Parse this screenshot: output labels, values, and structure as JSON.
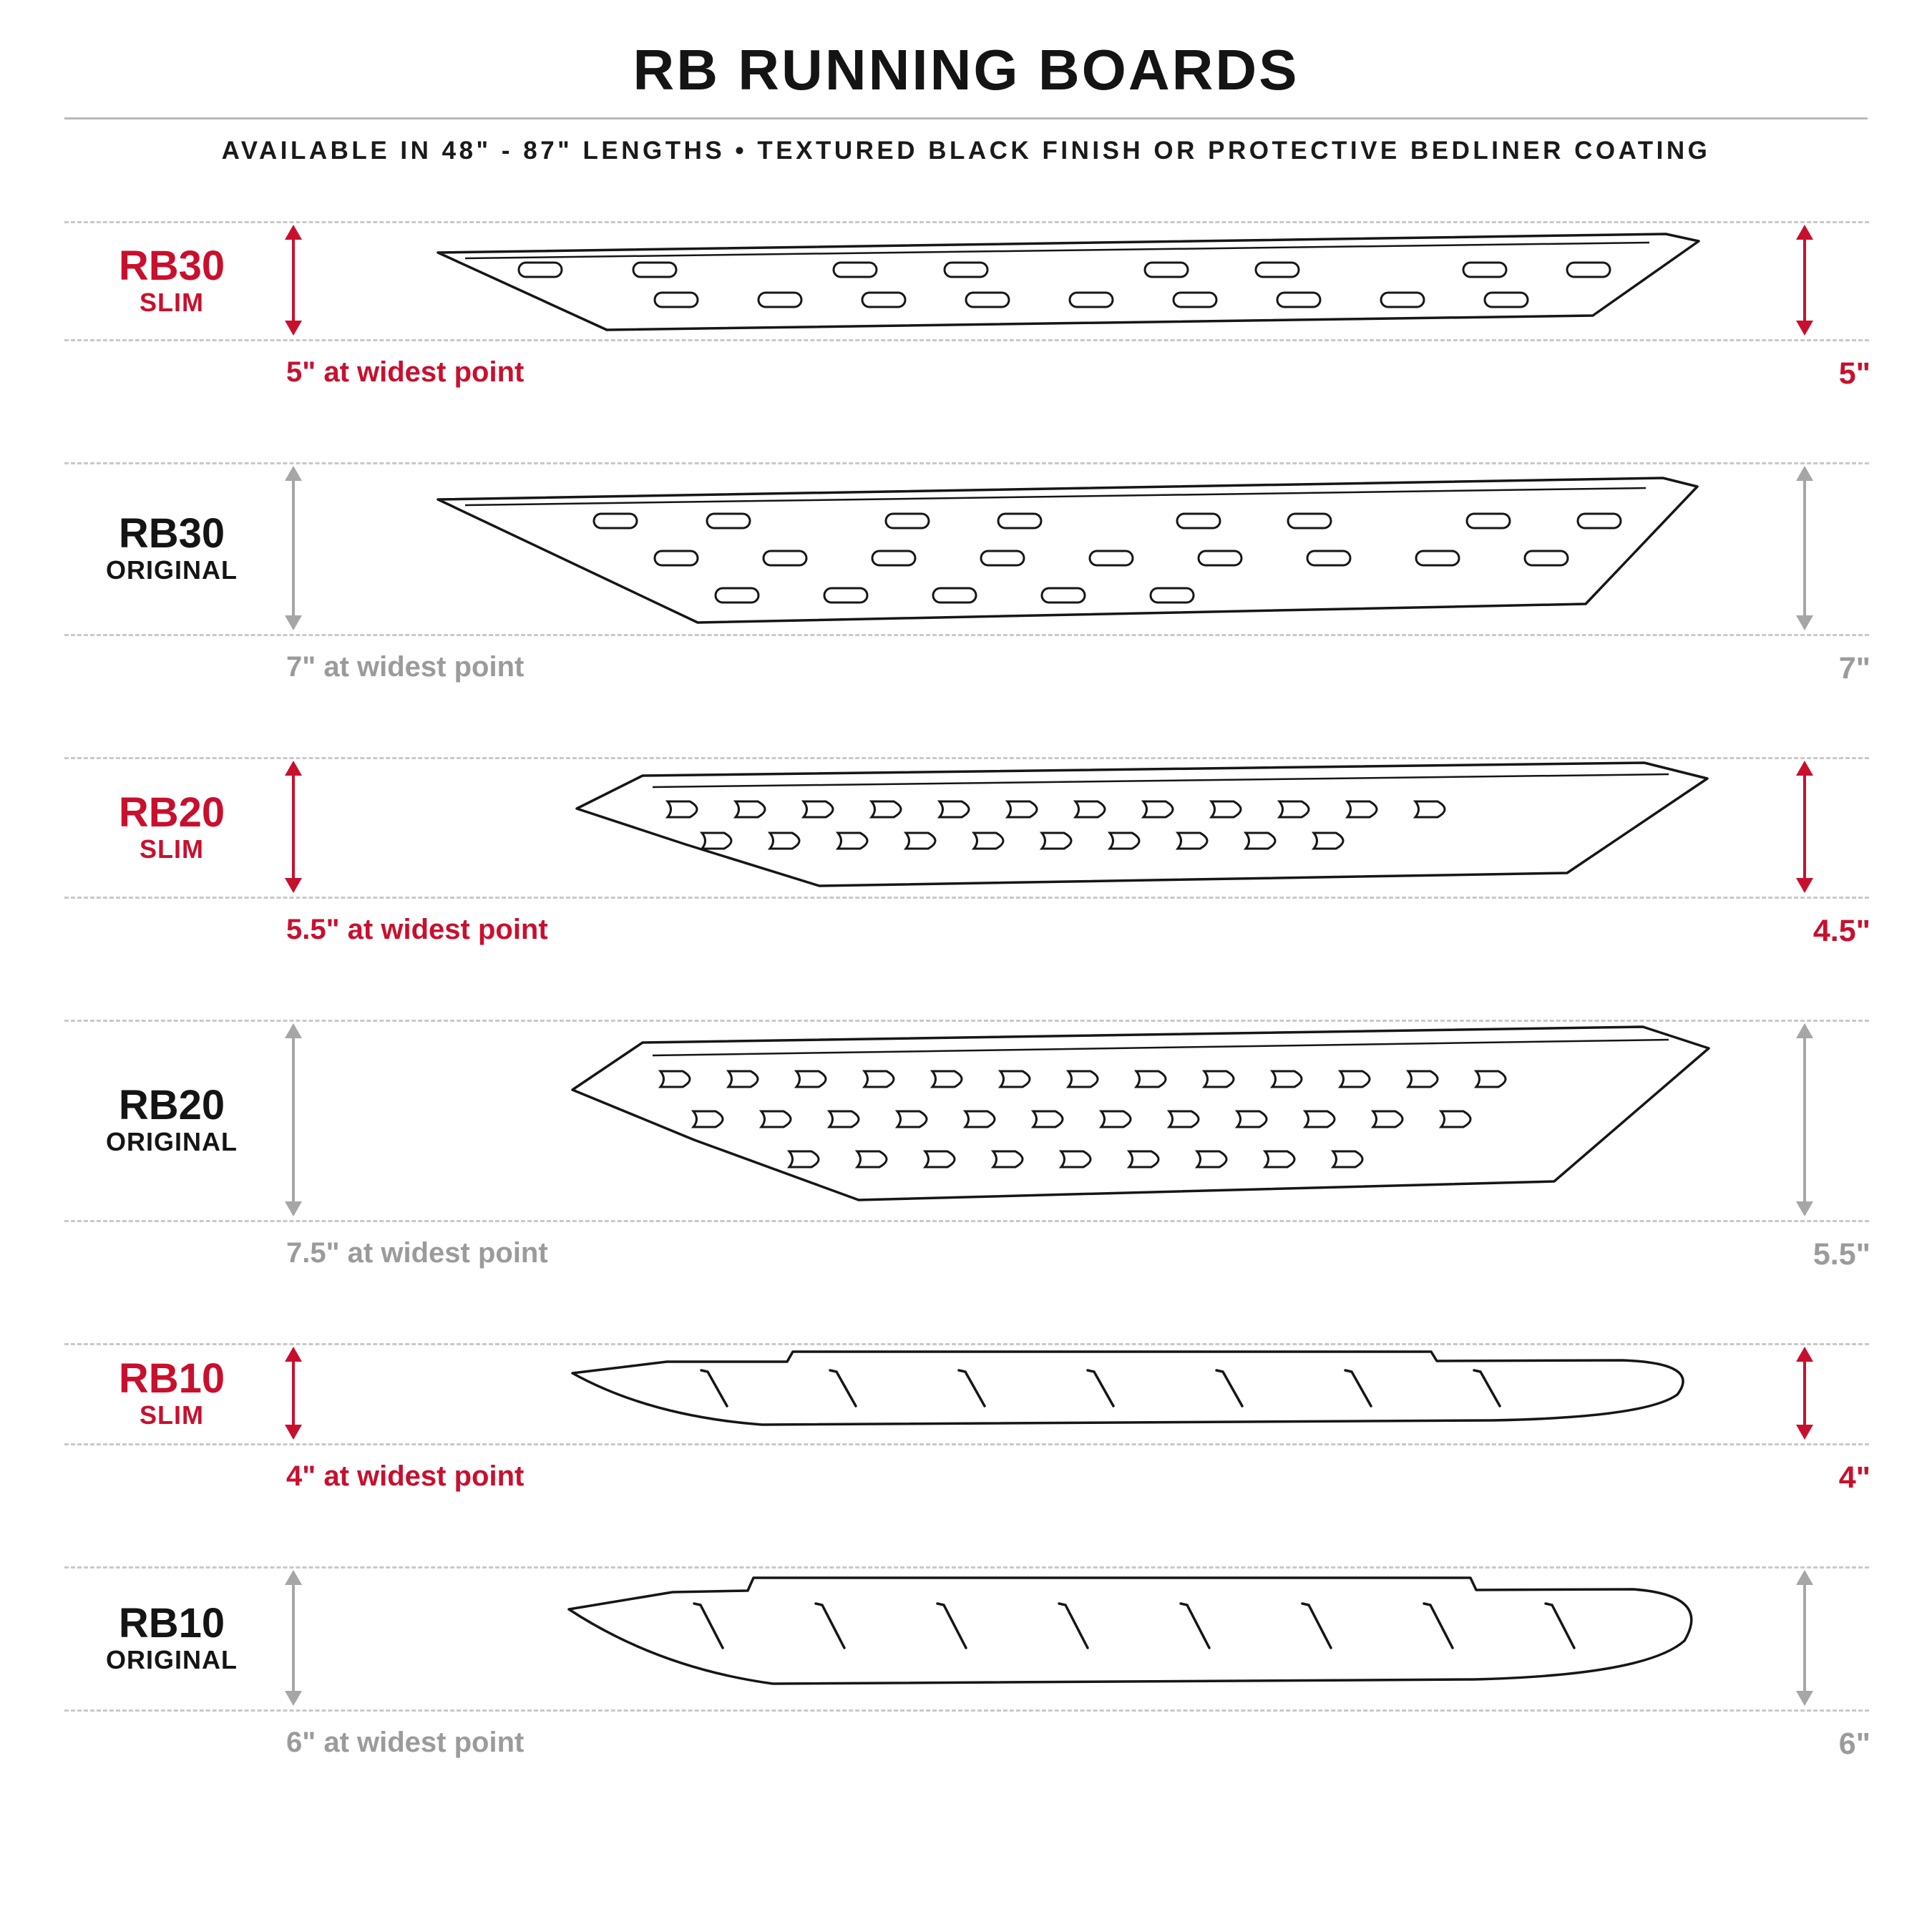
{
  "header": {
    "title": "RB RUNNING BOARDS",
    "subtitle": "AVAILABLE IN 48\" - 87\" LENGTHS  •  TEXTURED BLACK FINISH OR PROTECTIVE BEDLINER COATING"
  },
  "colors": {
    "accent_red": "#C8102E",
    "dimension_gray": "#9B9B9B",
    "line_ink": "#161616",
    "dash_gray": "#C9C9C9"
  },
  "rows": [
    {
      "id": "rb30-slim",
      "model": "RB30",
      "variant": "SLIM",
      "style": "slim",
      "widest_label": "5\" at widest point",
      "height_label": "5\""
    },
    {
      "id": "rb30-original",
      "model": "RB30",
      "variant": "ORIGINAL",
      "style": "original",
      "widest_label": "7\" at widest point",
      "height_label": "7\""
    },
    {
      "id": "rb20-slim",
      "model": "RB20",
      "variant": "SLIM",
      "style": "slim",
      "widest_label": "5.5\" at widest point",
      "height_label": "4.5\""
    },
    {
      "id": "rb20-original",
      "model": "RB20",
      "variant": "ORIGINAL",
      "style": "original",
      "widest_label": "7.5\" at widest point",
      "height_label": "5.5\""
    },
    {
      "id": "rb10-slim",
      "model": "RB10",
      "variant": "SLIM",
      "style": "slim",
      "widest_label": "4\" at widest point",
      "height_label": "4\""
    },
    {
      "id": "rb10-original",
      "model": "RB10",
      "variant": "ORIGINAL",
      "style": "original",
      "widest_label": "6\" at widest point",
      "height_label": "6\""
    }
  ]
}
